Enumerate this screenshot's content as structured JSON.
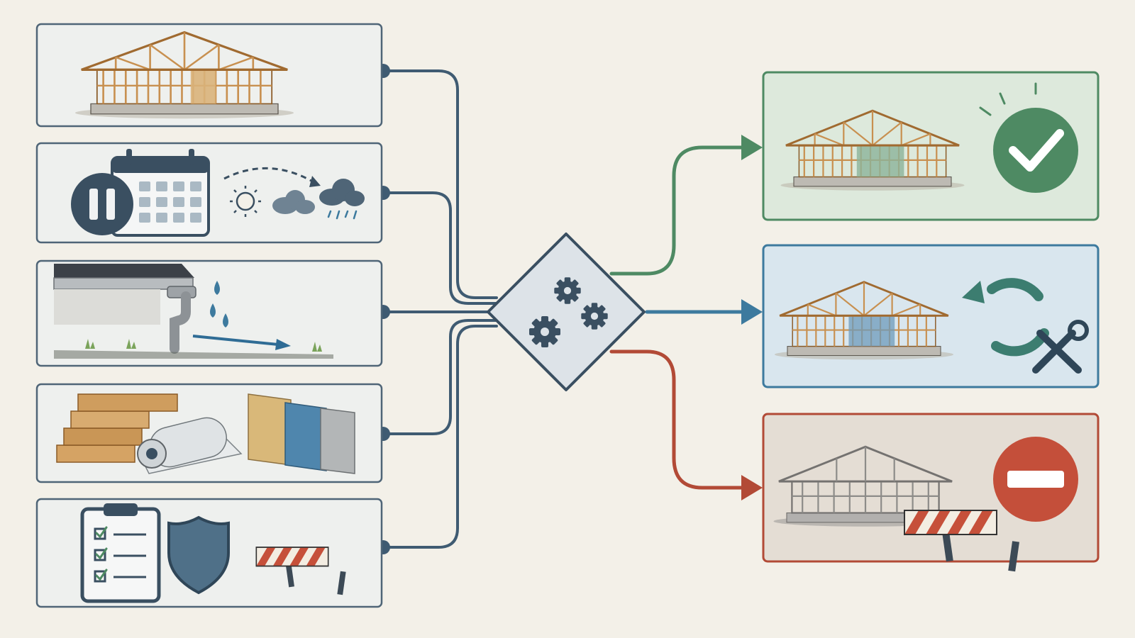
{
  "diagram": {
    "inputs": [
      {
        "id": "house-frame",
        "icon": "house-frame-icon"
      },
      {
        "id": "schedule-weather",
        "icons": [
          "pause-icon",
          "calendar-icon",
          "sun-icon",
          "cloud-icon",
          "rain-cloud-icon"
        ]
      },
      {
        "id": "gutter-drainage",
        "icons": [
          "gutter-downspout-icon",
          "water-drop-icon",
          "flow-arrow-icon"
        ]
      },
      {
        "id": "materials",
        "icons": [
          "lumber-stack-icon",
          "house-wrap-roll-icon",
          "osb-panel-icon",
          "sheathing-panel-icon",
          "board-panel-icon"
        ]
      },
      {
        "id": "compliance",
        "icons": [
          "checklist-clipboard-icon",
          "shield-icon",
          "barricade-icon"
        ]
      }
    ],
    "hub": {
      "icon": "gears-icon"
    },
    "outcomes": [
      {
        "id": "proceed",
        "color": "#4e8a63",
        "icons": [
          "house-frame-icon",
          "checkmark-icon"
        ]
      },
      {
        "id": "rework",
        "color": "#3d7a9e",
        "icons": [
          "house-frame-icon",
          "cycle-arrows-icon",
          "tools-icon"
        ]
      },
      {
        "id": "halt",
        "color": "#b24a36",
        "icons": [
          "house-frame-icon",
          "barricade-icon",
          "no-entry-icon"
        ]
      }
    ],
    "colors": {
      "background": "#f3f0e8",
      "connector": "#3f5b72",
      "panel_border": "#4f6577",
      "proceed": "#4e8a63",
      "rework": "#3d7a9e",
      "halt": "#b24a36",
      "wood": "#d5a364"
    }
  }
}
